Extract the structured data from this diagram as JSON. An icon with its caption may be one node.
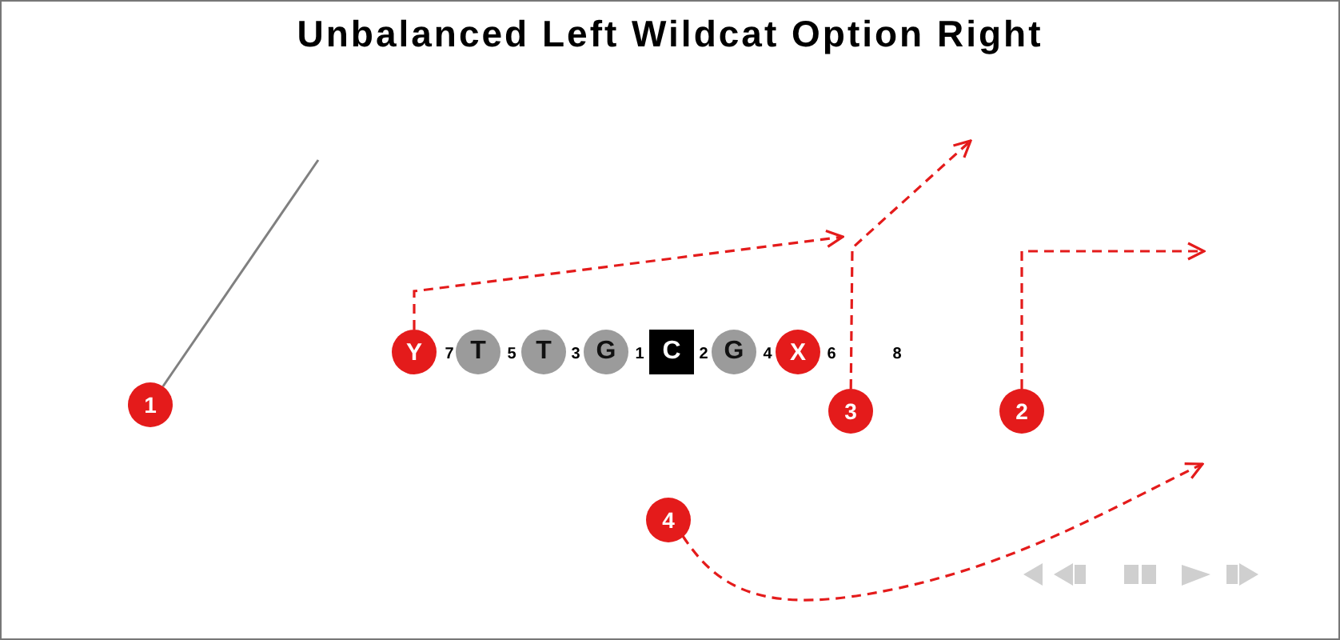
{
  "diagram": {
    "title": "Unbalanced Left Wildcat Option Right",
    "nodes": [
      {
        "text": [
          "Y"
        ]
      },
      {
        "text": [
          "T"
        ]
      },
      {
        "text": [
          "T"
        ]
      },
      {
        "text": [
          "G"
        ]
      },
      {
        "text": [
          "C"
        ]
      },
      {
        "text": [
          "G"
        ]
      },
      {
        "text": [
          "X"
        ]
      },
      {
        "text": [
          "1"
        ]
      },
      {
        "text": [
          "3"
        ]
      },
      {
        "text": [
          "2"
        ]
      },
      {
        "text": [
          "4"
        ]
      }
    ],
    "edges": [
      {
        "from": 0,
        "to": null,
        "arrow": "to",
        "style": "dashed"
      },
      {
        "from": 8,
        "to": null,
        "arrow": "to",
        "style": "dashed"
      },
      {
        "from": 9,
        "to": null,
        "arrow": "to",
        "style": "dashed"
      },
      {
        "from": 10,
        "to": null,
        "arrow": "to",
        "style": "dashed"
      },
      {
        "from": 7,
        "to": null,
        "arrow": "none",
        "color": "#808080"
      }
    ],
    "labels": [
      "7",
      "5",
      "3",
      "1",
      "2",
      "4",
      "6",
      "8"
    ]
  }
}
